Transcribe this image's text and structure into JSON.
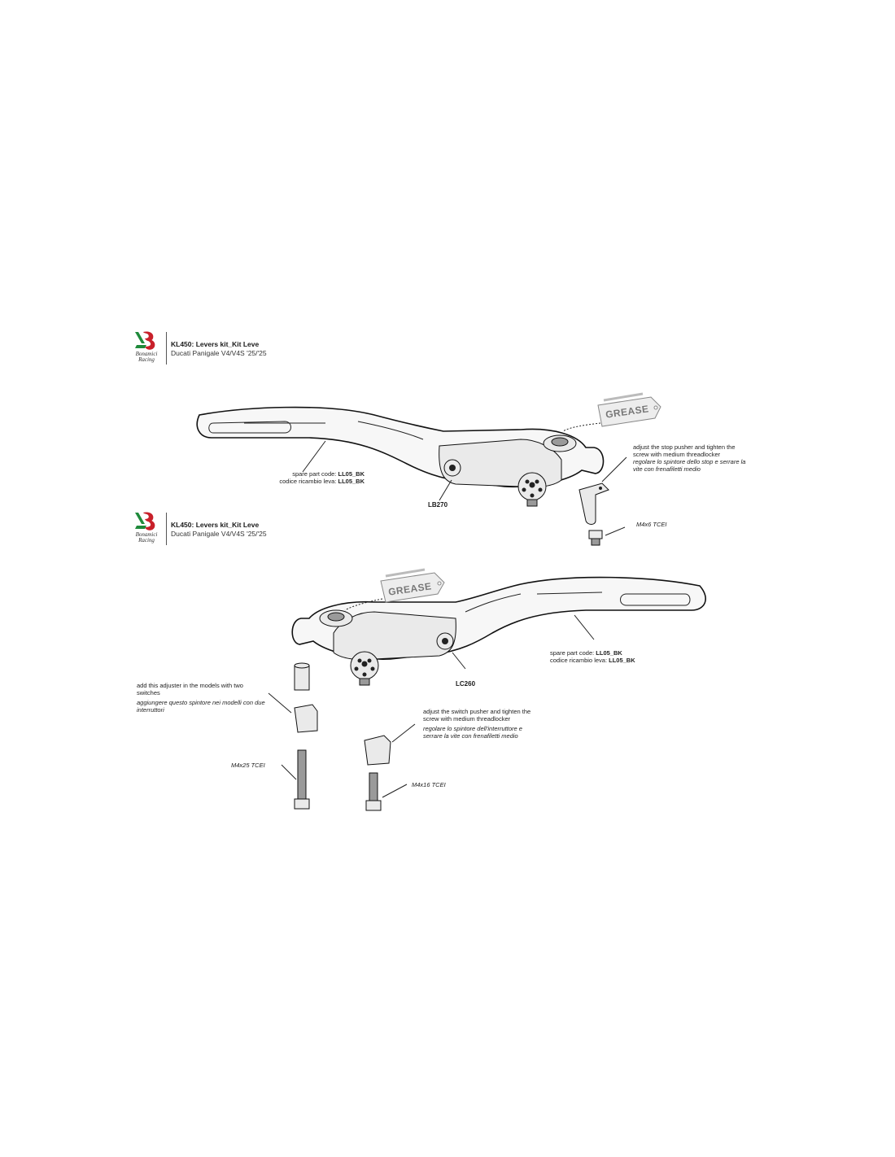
{
  "brand": {
    "logo_line1": "Bonamici",
    "logo_line2": "Racing",
    "colors": {
      "green": "#1f8a3b",
      "red": "#c8202a"
    }
  },
  "sections": [
    {
      "title": "KL450: Levers kit_Kit Leve",
      "subtitle": "Ducati Panigale V4/V4S '25/'25",
      "grease_label": "GREASE",
      "part_code_label_en": "spare part code: ",
      "part_code_en": "LL05_BK",
      "part_code_label_it": "codice ricambio leva: ",
      "part_code_it": "LL05_BK",
      "pivot_code": "LB270",
      "note_en": "adjust the stop pusher and tighten the screw with medium threadlocker",
      "note_it": "regolare lo spintore dello stop e serrare la vite con frenafiletti medio",
      "screw": "M4x6 TCEI"
    },
    {
      "title": "KL450: Levers kit_Kit Leve",
      "subtitle": "Ducati Panigale V4/V4S '25/'25",
      "grease_label": "GREASE",
      "part_code_label_en": "spare part code: ",
      "part_code_en": "LL05_BK",
      "part_code_label_it": "codice ricambio leva: ",
      "part_code_it": "LL05_BK",
      "pivot_code": "LC260",
      "adjuster_note_en": "add this adjuster in the models with two switches",
      "adjuster_note_it": "aggiungere questo spintore nei modelli con due interruttori",
      "switch_note_en": "adjust the switch pusher and tighten the screw with medium threadlocker",
      "switch_note_it": "regolare lo spintore dell'interruttore e serrare la vite con frenafiletti medio",
      "screw_long": "M4x25 TCEI",
      "screw_short": "M4x16 TCEI"
    }
  ],
  "icons": [
    "brand-logo-icon",
    "grease-tag-icon",
    "lever-icon",
    "adjuster-knob-icon",
    "screw-icon",
    "pusher-icon",
    "spacer-icon"
  ]
}
